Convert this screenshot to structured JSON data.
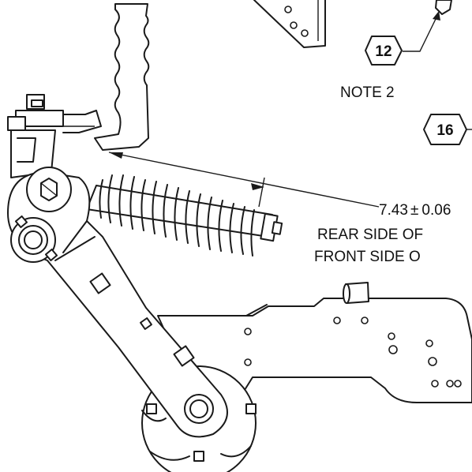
{
  "balloons": [
    {
      "id": "12"
    },
    {
      "id": "16"
    }
  ],
  "notes": {
    "note_2": "NOTE 2"
  },
  "dimension": {
    "value": "7.43",
    "tolerance_symbol": "±",
    "tolerance": "0.06",
    "line_1": "REAR SIDE OF",
    "line_2": "FRONT SIDE O"
  },
  "colors": {
    "ink": "#1a1a1a",
    "background": "#ffffff"
  }
}
